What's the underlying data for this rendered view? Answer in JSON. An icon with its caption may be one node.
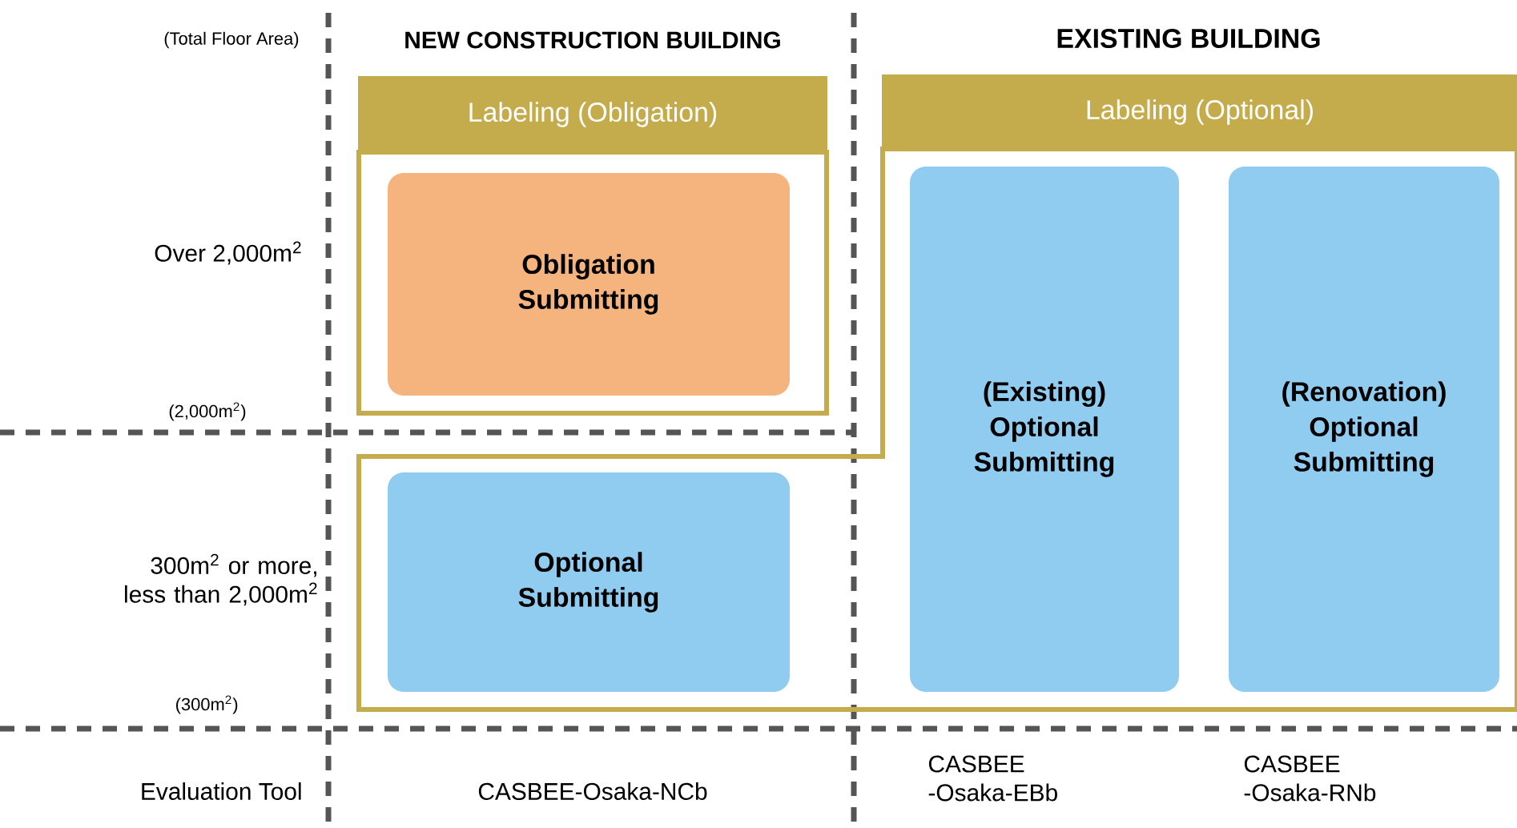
{
  "diagram": {
    "nodes": [
      {
        "text": [
          "Labeling (Obligation)"
        ]
      },
      {
        "text": [
          "Obligation Submitting"
        ],
        "in": 0
      },
      {
        "text": [
          "Labeling (Optional)"
        ]
      },
      {
        "text": [
          "Optional Submitting"
        ],
        "in": 2
      },
      {
        "text": [
          "(Existing) Optional Submitting"
        ],
        "in": 2
      },
      {
        "text": [
          "(Renovation) Optional Submitting"
        ],
        "in": 2
      }
    ],
    "labels": [
      "(Total Floor Area)",
      "NEW CONSTRUCTION BUILDING",
      "EXISTING BUILDING",
      "Over 2,000m$^{2}$",
      "(2,000m$^{2}$)",
      "300m$^{2}$ or more, less than 2,000m$^{2}$",
      "(300m$^{2}$)",
      "Evaluation Tool",
      "CASBEE-Osaka-NCb",
      "CASBEE -Osaka-EBb",
      "CASBEE -Osaka-RNb"
    ]
  }
}
